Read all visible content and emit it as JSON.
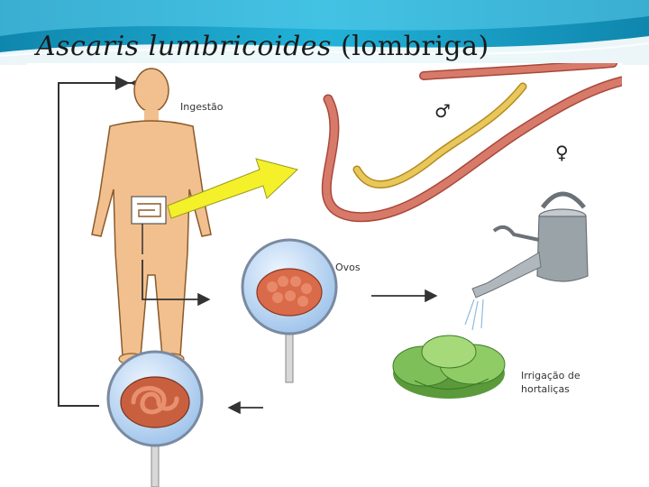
{
  "title": {
    "scientific_name": "Ascaris lumbricoides",
    "common_name": "(lombriga)"
  },
  "diagram": {
    "labels": {
      "ingestion": "Ingestão",
      "eggs": "Ovos",
      "irrigation_line1": "Irrigação de",
      "irrigation_line2": "hortaliças",
      "male_symbol": "♂",
      "female_symbol": "♀"
    }
  },
  "colors": {
    "body_skin": "#f2c08e",
    "body_outline": "#8a5a2b",
    "worm_male": "#d77a6a",
    "worm_female": "#e8c85a",
    "arrow_yellow": "#f4f02a",
    "lens_blue": "#bcd6f2",
    "eggs": "#d96a4a",
    "can": "#9aa3a8",
    "lettuce": "#7fbf5a",
    "top_band": "#1aa0c8"
  }
}
